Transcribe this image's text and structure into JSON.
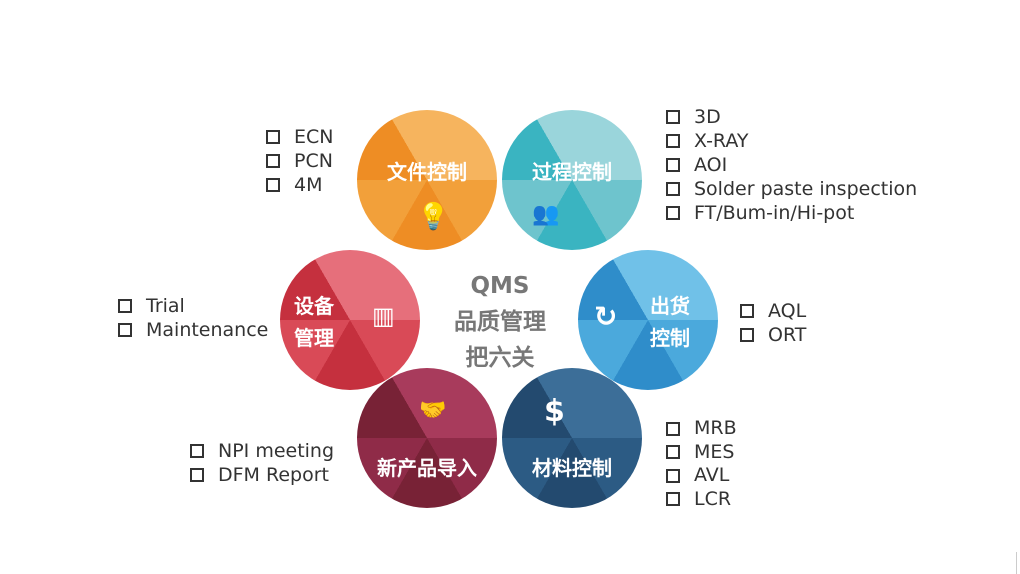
{
  "center": {
    "line1": "QMS",
    "line2": "品质管理",
    "line3": "把六关"
  },
  "nodes": [
    {
      "id": "document-control",
      "line1": "文件控制",
      "line2": "",
      "icon": "lightbulb-icon",
      "colors": [
        "#F6B45E",
        "#F2A03A",
        "#EE8D24"
      ],
      "items": [
        "ECN",
        "PCN",
        "4M"
      ]
    },
    {
      "id": "process-control",
      "line1": "过程控制",
      "line2": "",
      "icon": "users-icon",
      "colors": [
        "#9AD5DB",
        "#6EC4CD",
        "#3AB4C1"
      ],
      "items": [
        "3D",
        "X-RAY",
        "AOI",
        "Solder paste inspection",
        "FT/Bum-in/Hi-pot"
      ]
    },
    {
      "id": "equipment-management",
      "line1": "设备",
      "line2": "管理",
      "icon": "bar-chart-icon",
      "colors": [
        "#E66F7B",
        "#D94A57",
        "#C5303E"
      ],
      "items": [
        "Trial",
        "Maintenance"
      ]
    },
    {
      "id": "shipping-control",
      "line1": "出货",
      "line2": "控制",
      "icon": "cycle-icon",
      "colors": [
        "#70C1E8",
        "#4BA9DC",
        "#2F8DCA"
      ],
      "items": [
        "AQL",
        "ORT"
      ]
    },
    {
      "id": "new-product-introduction",
      "line1": "新产品导入",
      "line2": "",
      "icon": "handshake-icon",
      "colors": [
        "#A83B5C",
        "#8F2B48",
        "#782236"
      ],
      "items": [
        "NPI meeting",
        "DFM Report"
      ]
    },
    {
      "id": "material-control",
      "line1": "材料控制",
      "line2": "",
      "icon": "dollar-icon",
      "colors": [
        "#3C6E98",
        "#2C5B84",
        "#234A6F"
      ],
      "items": [
        "MRB",
        "MES",
        "AVL",
        "LCR"
      ]
    }
  ]
}
